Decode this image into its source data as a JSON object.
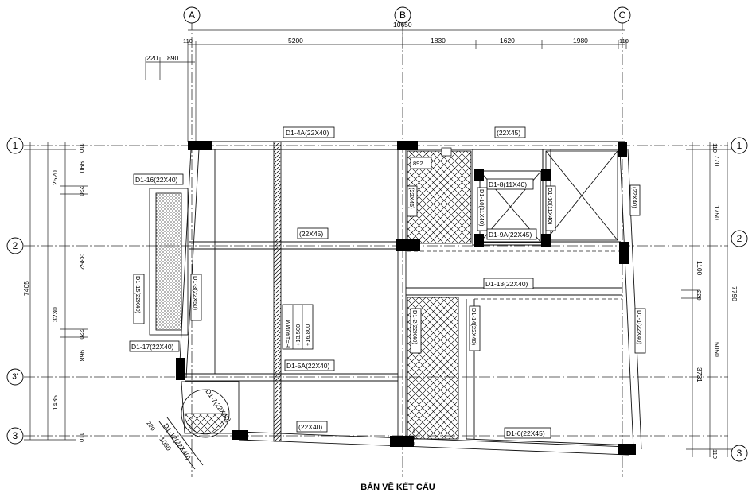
{
  "title": "BẢN VẼ KẾT CẤU",
  "grid_axes": {
    "top": [
      "A",
      "B",
      "C"
    ],
    "left": [
      "1",
      "2",
      "3'",
      "3"
    ],
    "right": [
      "1",
      "2",
      "3"
    ]
  },
  "dimensions": {
    "top_total": "10650",
    "top_segments": [
      "110",
      "5200",
      "1830",
      "1620",
      "1980",
      "110"
    ],
    "top_offset": [
      "220",
      "890"
    ],
    "left_outer": [
      "2520",
      "7405",
      "3230",
      "1435"
    ],
    "left_inner": [
      "990",
      "220",
      "3352",
      "220",
      "968"
    ],
    "left_ends": [
      "110",
      "110"
    ],
    "right_outer": [
      "7790"
    ],
    "right_inner": [
      "770",
      "1750",
      "1100",
      "220",
      "5050",
      "3731"
    ],
    "right_ends": [
      "110",
      "110"
    ],
    "bottom_misc": [
      "220",
      "1060"
    ],
    "inner_notes": [
      "892"
    ]
  },
  "beam_labels": {
    "d1_4a": "D1-4A(22X40)",
    "top_right": "(22X45)",
    "d1_16": "D1-16(22X40)",
    "d1_8": "D1-8(11X40)",
    "d1_10a": "D1-10(11X40)",
    "d1_10b": "D1-10(11X40)",
    "d1_9a": "D1-9A(22X45)",
    "right_22x40": "(22X40)",
    "left_22x45_v": "(22X45)",
    "mid_22x45": "(22X45)",
    "d1_15": "D1-15(22X40)",
    "d1_3": "D1-3(22X50)",
    "d1_13": "D1-13(22X40)",
    "d1_1": "D1-1(22X40)",
    "d1_14": "D1-14(22X40)",
    "d1_2": "D1-2(22X40)",
    "d1_17": "D1-17(22X40)",
    "d1_5a": "D1-5A(22X40)",
    "d1_7": "D1-7(22X40)",
    "bottom_22x40": "(22X40)",
    "d1_12": "D1-12(22X40)",
    "d1_6": "D1-6(22X45)"
  },
  "level_tag": {
    "h": "H=140MM",
    "l1": "+13.500",
    "l2": "+16.800"
  }
}
